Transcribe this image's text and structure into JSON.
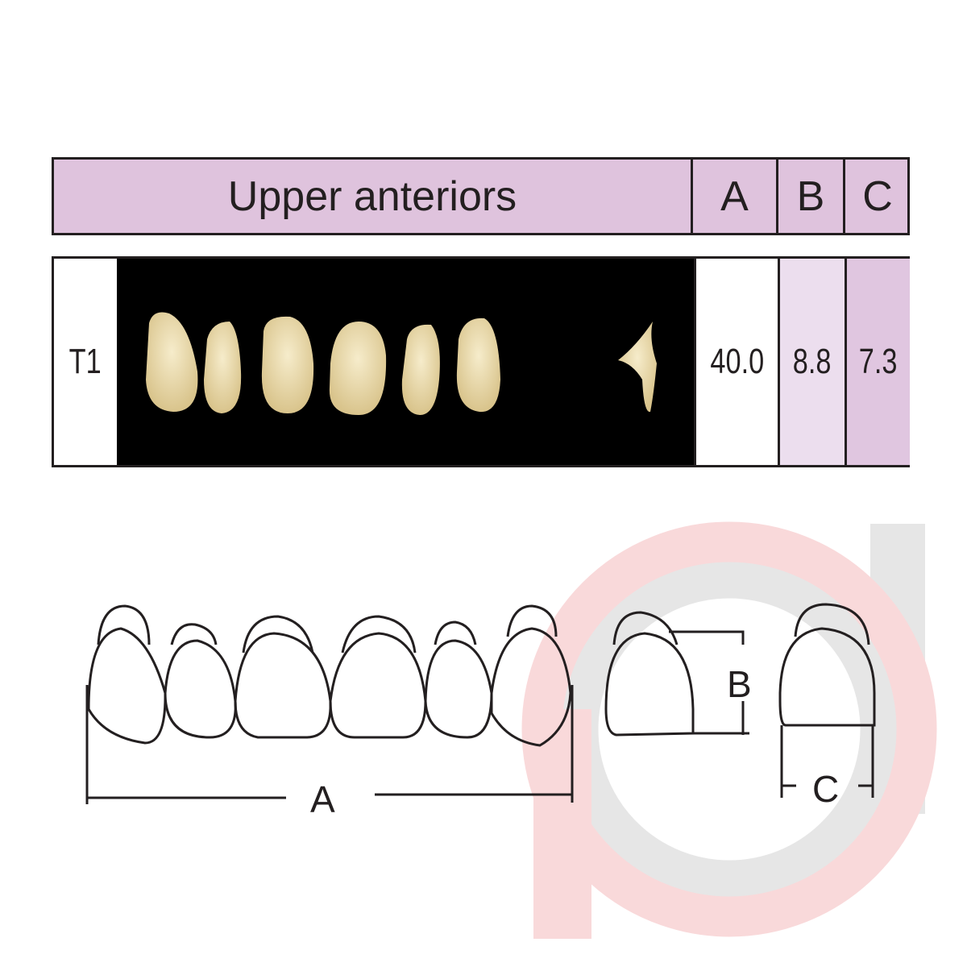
{
  "header": {
    "title": "Upper anteriors",
    "col_a": "A",
    "col_b": "B",
    "col_c": "C"
  },
  "row": {
    "mould": "T1",
    "a": "40.0",
    "b": "8.8",
    "c": "7.3"
  },
  "diagram": {
    "label_a": "A",
    "label_b": "B",
    "label_c": "C"
  },
  "colors": {
    "header_bg": "#dfc3dd",
    "b_cell": "#ecdeee",
    "c_cell": "#e0c6e0",
    "watermark_pink": "#f9d9da",
    "watermark_gray": "#e6e6e6"
  }
}
